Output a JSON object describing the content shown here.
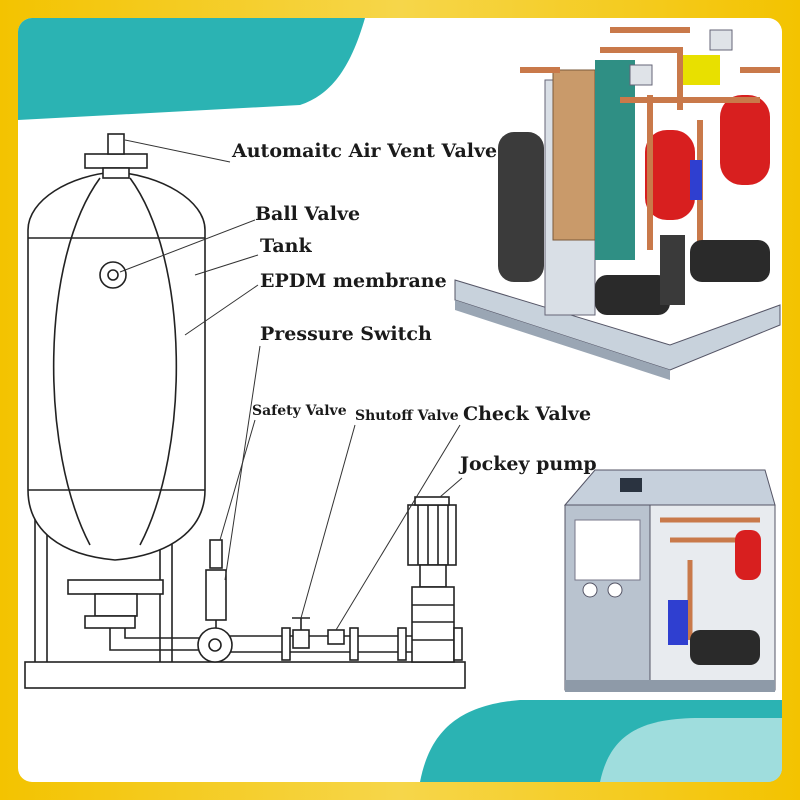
{
  "labels": {
    "air_vent": "Automaitc Air Vent Valve",
    "ball_valve": "Ball Valve",
    "tank": "Tank",
    "membrane": "EPDM membrane",
    "pressure_switch": "Pressure Switch",
    "safety_valve": "Safety Valve",
    "shutoff_valve": "Shutoff Valve",
    "check_valve": "Check Valve",
    "jockey_pump": "Jockey pump"
  },
  "colors": {
    "frame": "#f3c300",
    "teal": "#2bb3b3",
    "tank_red": "#d81f1f",
    "copper": "#c9794a",
    "cabinet": "#b9c3cf",
    "blue_pipe": "#2f3fd0",
    "yellow_part": "#e8e000",
    "line": "#222222"
  }
}
